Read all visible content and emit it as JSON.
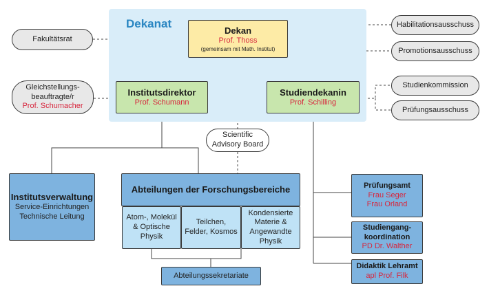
{
  "dekanat": {
    "label": "Dekanat",
    "dekan": {
      "title": "Dekan",
      "person": "Prof. Thoss",
      "note": "(gemeinsam mit Math. Institut)"
    },
    "institutsdirektor": {
      "title": "Institutsdirektor",
      "person": "Prof. Schumann"
    },
    "studiendekanin": {
      "title": "Studiendekanin",
      "person": "Prof. Schilling"
    }
  },
  "bodies": {
    "fakultaetsrat": "Fakultätsrat",
    "habilitation": "Habilitationsausschuss",
    "promotion": "Promotionsausschuss",
    "gleichstellung_line1": "Gleichstellungs-",
    "gleichstellung_line2": "beauftragte/r",
    "gleichstellung_person": "Prof. Schumacher",
    "studienkommission": "Studienkommission",
    "pruefungsausschuss": "Prüfungsausschuss",
    "advisory_line1": "Scientific",
    "advisory_line2": "Advisory Board"
  },
  "institutsverwaltung": {
    "title": "Institutsverwaltung",
    "line1": "Service-Einrichtungen",
    "line2": "Technische Leitung"
  },
  "abteilungen": {
    "title": "Abteilungen der Forschungsbereiche",
    "a1": [
      "Atom-, Molekül",
      "& Optische",
      "Physik"
    ],
    "a2": [
      "Teilchen,",
      "Felder, Kosmos"
    ],
    "a3": [
      "Kondensierte",
      "Materie &",
      "Angewandte",
      "Physik"
    ],
    "sekretariate": "Abteilungssekretariate"
  },
  "pruefungsamt": {
    "title": "Prüfungsamt",
    "p1": "Frau Seger",
    "p2": "Frau Orland"
  },
  "studiengang": {
    "line1": "Studiengang-",
    "line2": "koordination",
    "person": "PD Dr. Walther"
  },
  "didaktik": {
    "title": "Didaktik Lehramt",
    "person": "apl Prof. Filk"
  },
  "colors": {
    "dekanat_bg": "#d9edf9",
    "dekanat_label": "#2a86c2",
    "dekan_box": "#fdeba6",
    "leader_box": "#c8e6ad",
    "committee": "#e8e8e8",
    "unit_blue": "#7eb3df",
    "unit_lightblue": "#bfe2f6",
    "person_red": "#d7263d"
  }
}
